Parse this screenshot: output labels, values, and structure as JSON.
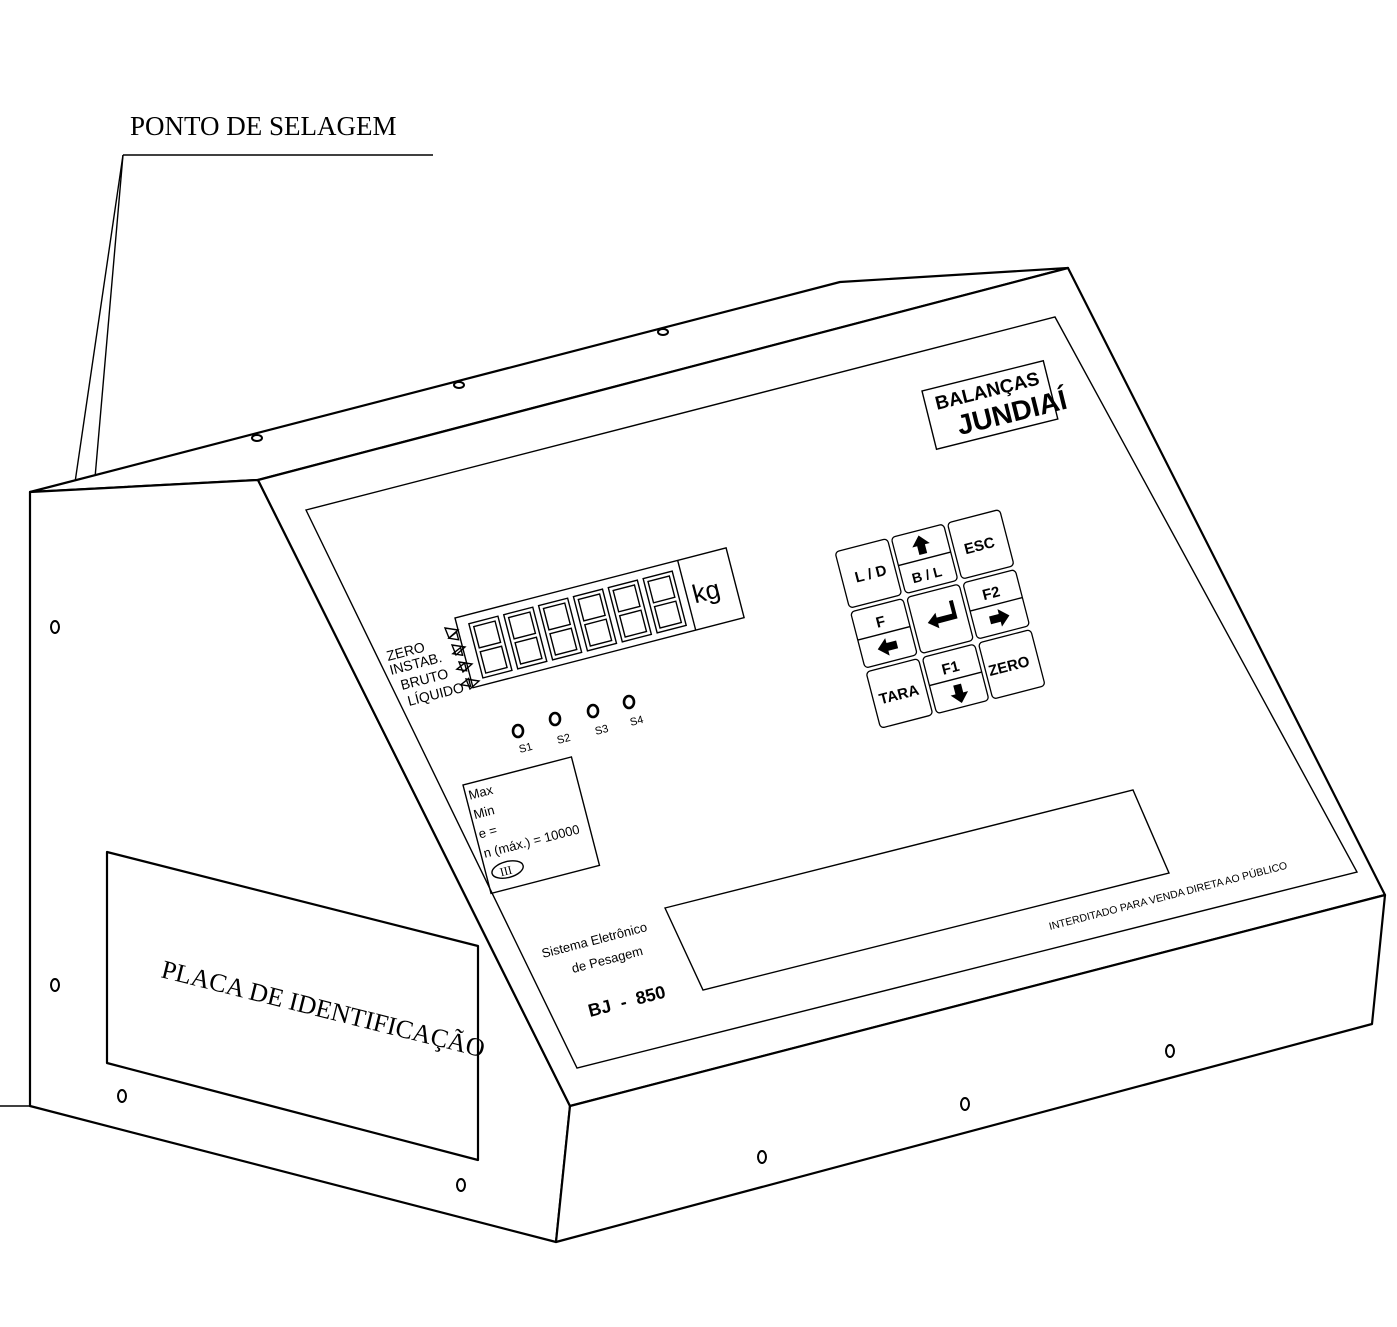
{
  "callout": {
    "sealing_point": "PONTO DE SELAGEM"
  },
  "side_panel": {
    "id_plate": "PLACA DE IDENTIFICAÇÃO"
  },
  "brand": {
    "line1": "BALANÇAS",
    "line2": "JUNDIAÍ"
  },
  "display": {
    "unit": "kg",
    "indicators": [
      "ZERO",
      "INSTAB.",
      "BRUTO",
      "LÍQUIDO"
    ],
    "leds": [
      "S1",
      "S2",
      "S3",
      "S4"
    ]
  },
  "keypad": {
    "ld": "L / D",
    "bl": "B / L",
    "esc": "ESC",
    "f": "F",
    "f2": "F2",
    "tara": "TARA",
    "f1": "F1",
    "zero": "ZERO",
    "icons": [
      "up-arrow-icon",
      "enter-arrow-icon",
      "right-arrow-icon",
      "left-arrow-icon",
      "down-arrow-icon"
    ]
  },
  "metrology": {
    "max": "Max",
    "min": "Min",
    "e": "e =",
    "n": "n (máx.) = 10000",
    "class": "III"
  },
  "product": {
    "system_line1": "Sistema Eletrônico",
    "system_line2": "de Pesagem",
    "model": "BJ  -  850"
  },
  "notice": "INTERDITADO PARA VENDA DIRETA AO PÚBLICO"
}
